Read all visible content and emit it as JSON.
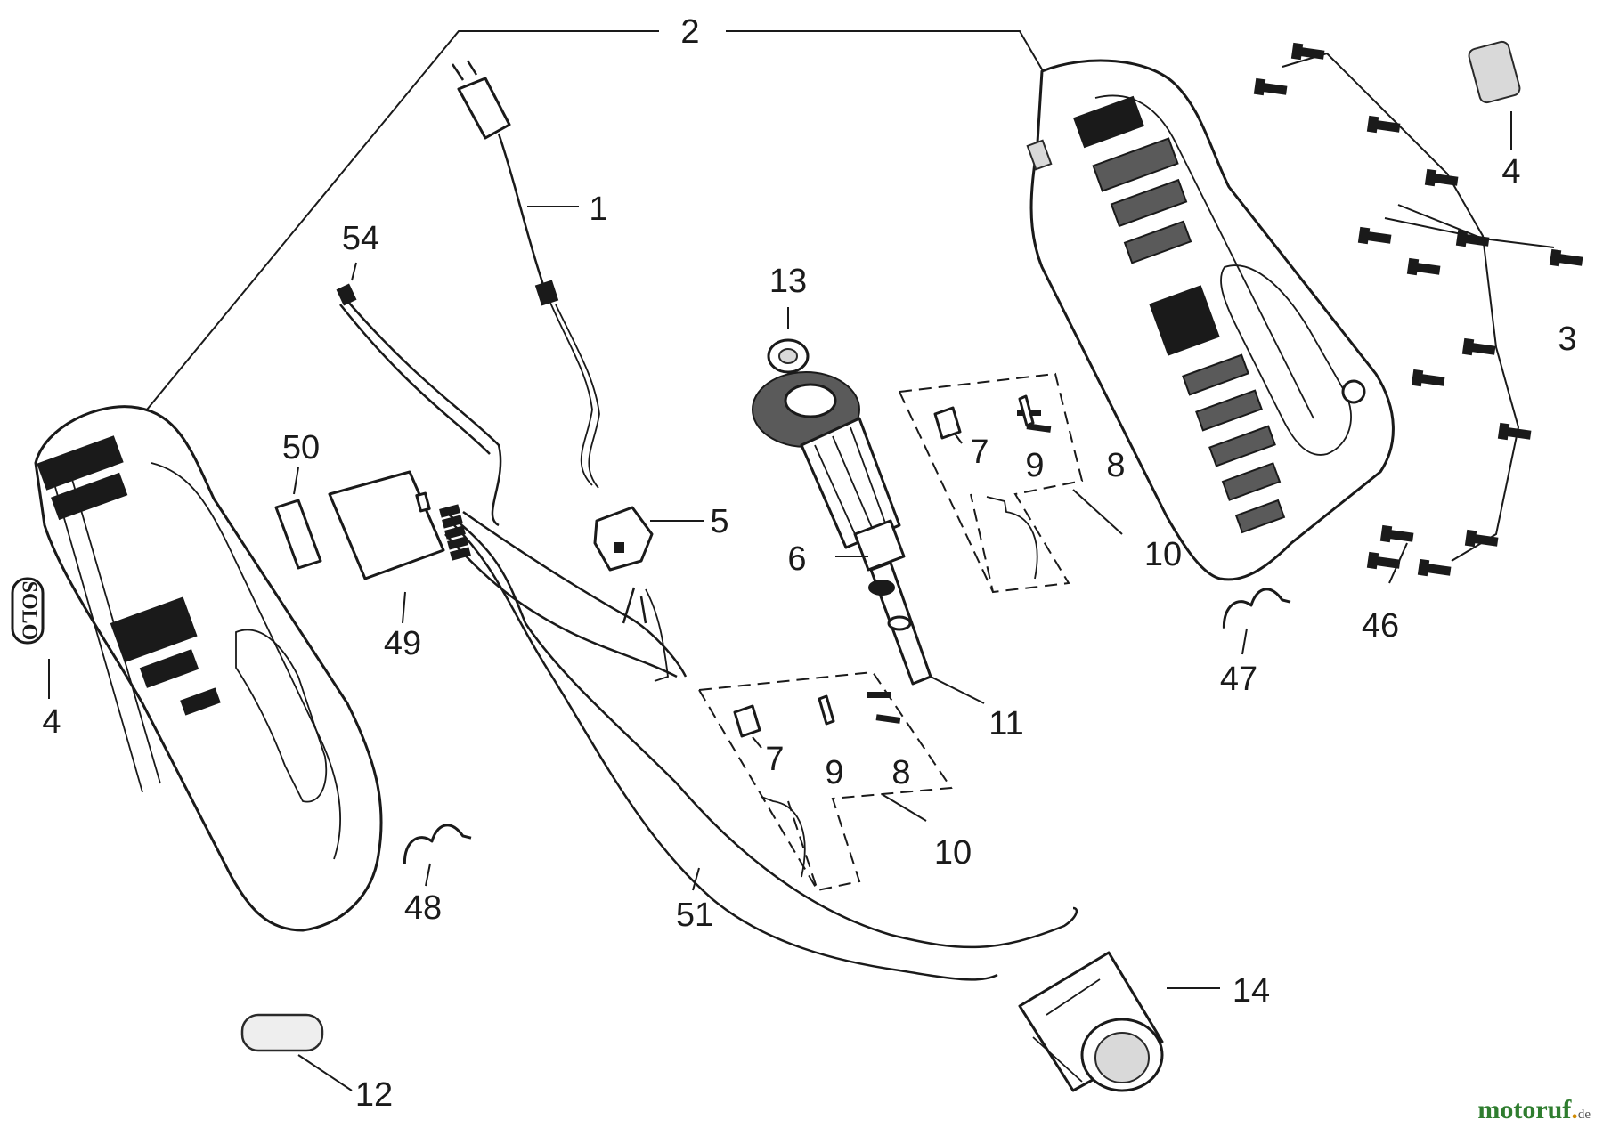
{
  "labels": {
    "l1": "1",
    "l2": "2",
    "l3": "3",
    "l4a": "4",
    "l4b": "4",
    "l5": "5",
    "l6": "6",
    "l7a": "7",
    "l7b": "7",
    "l8a": "8",
    "l8b": "8",
    "l9a": "9",
    "l9b": "9",
    "l10a": "10",
    "l10b": "10",
    "l11": "11",
    "l12": "12",
    "l13": "13",
    "l14": "14",
    "l46": "46",
    "l47": "47",
    "l48": "48",
    "l49": "49",
    "l50": "50",
    "l51": "51",
    "l54": "54"
  },
  "logo": "SOLO",
  "watermark": {
    "name": "motoruf",
    "dot": ".",
    "tld": "de"
  }
}
